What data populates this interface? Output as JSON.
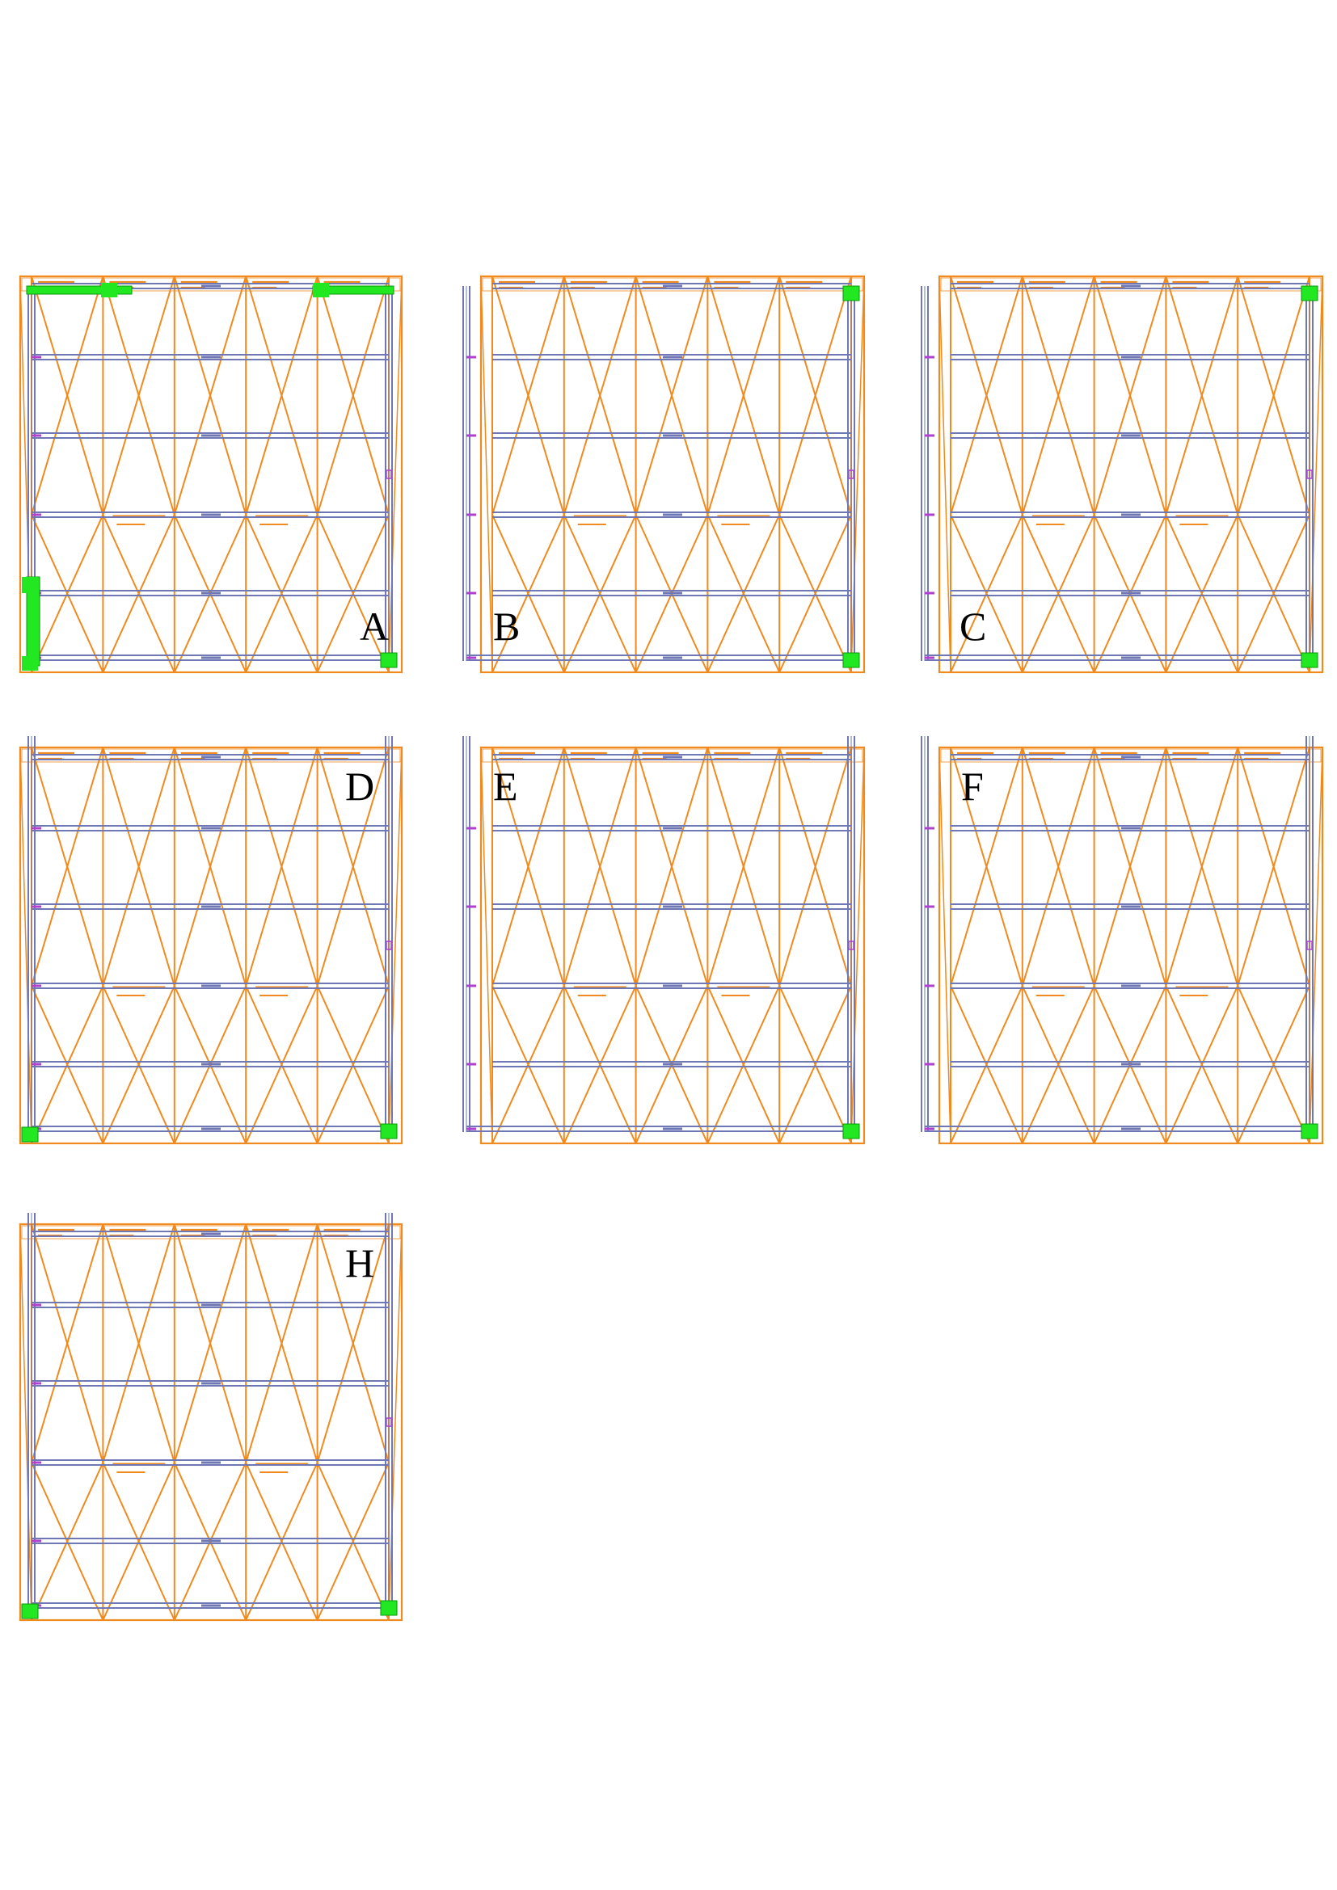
{
  "colors": {
    "frame": "#f08a1e",
    "rack": "#6f78b4",
    "marker": "#b040d0",
    "highlight": "#22e822"
  },
  "panels": [
    {
      "letter": "A",
      "variant": "full",
      "highlights": [
        "top-beam-left",
        "top-beam-right",
        "bottom-left-post",
        "bottom-right-corner"
      ]
    },
    {
      "letter": "B",
      "variant": "left-upright",
      "highlights": [
        "top-right-corner",
        "bottom-right-corner"
      ]
    },
    {
      "letter": "C",
      "variant": "left-upright",
      "highlights": [
        "top-right-corner",
        "bottom-right-corner"
      ]
    },
    {
      "letter": "D",
      "variant": "tall-uprights",
      "highlights": [
        "bottom-left-corner",
        "bottom-right-corner"
      ]
    },
    {
      "letter": "E",
      "variant": "tall-left-upright",
      "highlights": [
        "bottom-right-corner"
      ]
    },
    {
      "letter": "F",
      "variant": "tall-left-upright",
      "highlights": [
        "bottom-right-corner"
      ]
    },
    {
      "letter": "H",
      "variant": "tall-uprights",
      "highlights": [
        "bottom-left-corner",
        "bottom-right-corner"
      ]
    }
  ]
}
